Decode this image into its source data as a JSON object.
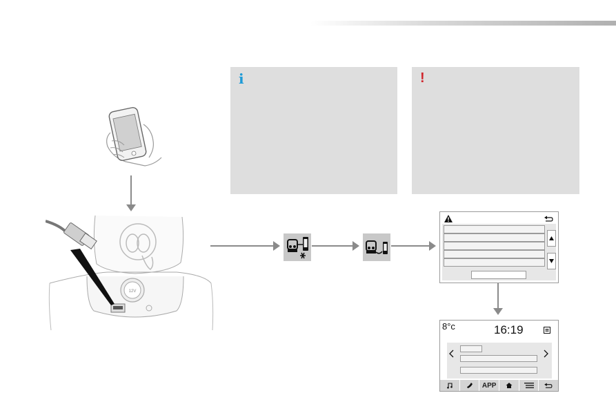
{
  "info_note": {
    "icon": "info-icon",
    "color": "#1e9bd7"
  },
  "warning_note": {
    "icon": "exclamation-icon",
    "color": "#d0262d"
  },
  "console": {
    "socket_label": "12V"
  },
  "alert_screen": {
    "alert_icon": "warning-triangle-icon",
    "back_icon": "return-arrow-icon"
  },
  "home_screen": {
    "temperature": "8°c",
    "clock": "16:19",
    "nav": {
      "music_icon": "music-note-icon",
      "phone_icon": "phone-icon",
      "app_label": "APP",
      "home_icon": "home-icon",
      "menu_icon": "menu-lines-icon",
      "back_icon": "return-arrow-icon"
    }
  }
}
